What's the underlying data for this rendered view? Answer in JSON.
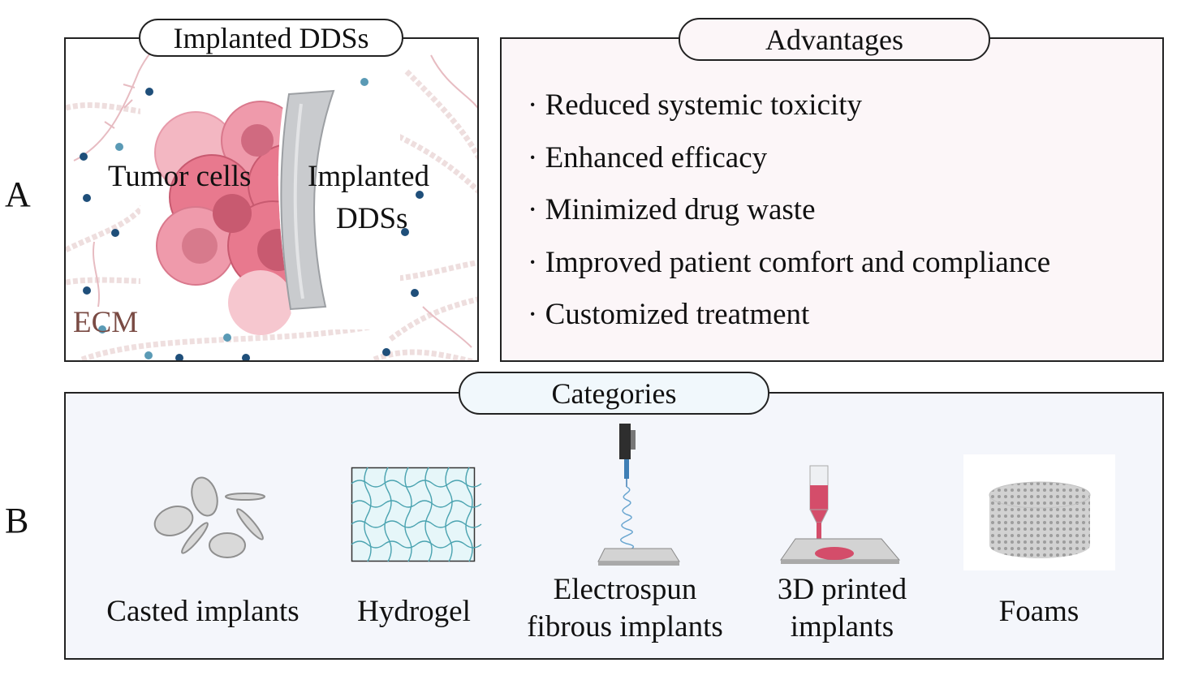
{
  "panel_a": {
    "letter": "A",
    "illustration": {
      "title": "Implanted DDSs",
      "labels": {
        "tumor": "Tumor cells",
        "implant_line1": "Implanted",
        "implant_line2": "DDSs",
        "ecm": "ECM"
      },
      "colors": {
        "tumor": "#e8798e",
        "tumor_nucleus": "#c85a70",
        "implant": "#c9cbce",
        "ecm_text": "#7a4b44",
        "particles_dark": "#1f4f7a",
        "particles_light": "#5a9ab5"
      }
    },
    "advantages": {
      "title": "Advantages",
      "bullet": "·",
      "items": [
        "Reduced systemic toxicity",
        "Enhanced efficacy",
        "Minimized drug waste",
        "Improved patient comfort and compliance",
        "Customized treatment"
      ],
      "background": "#fcf6f8"
    }
  },
  "panel_b": {
    "letter": "B",
    "title": "Categories",
    "background": "#f4f6fb",
    "pill_background": "#f1f8fc",
    "items": [
      {
        "line1": "Casted implants",
        "line2": "",
        "icon": "casted-discs-icon"
      },
      {
        "line1": "Hydrogel",
        "line2": "",
        "icon": "hydrogel-mesh-icon"
      },
      {
        "line1": "Electrospun",
        "line2": "fibrous implants",
        "icon": "electrospinning-icon"
      },
      {
        "line1": "3D printed",
        "line2": "implants",
        "icon": "3d-printer-nozzle-icon"
      },
      {
        "line1": "Foams",
        "line2": "",
        "icon": "foam-cylinder-icon"
      }
    ]
  }
}
